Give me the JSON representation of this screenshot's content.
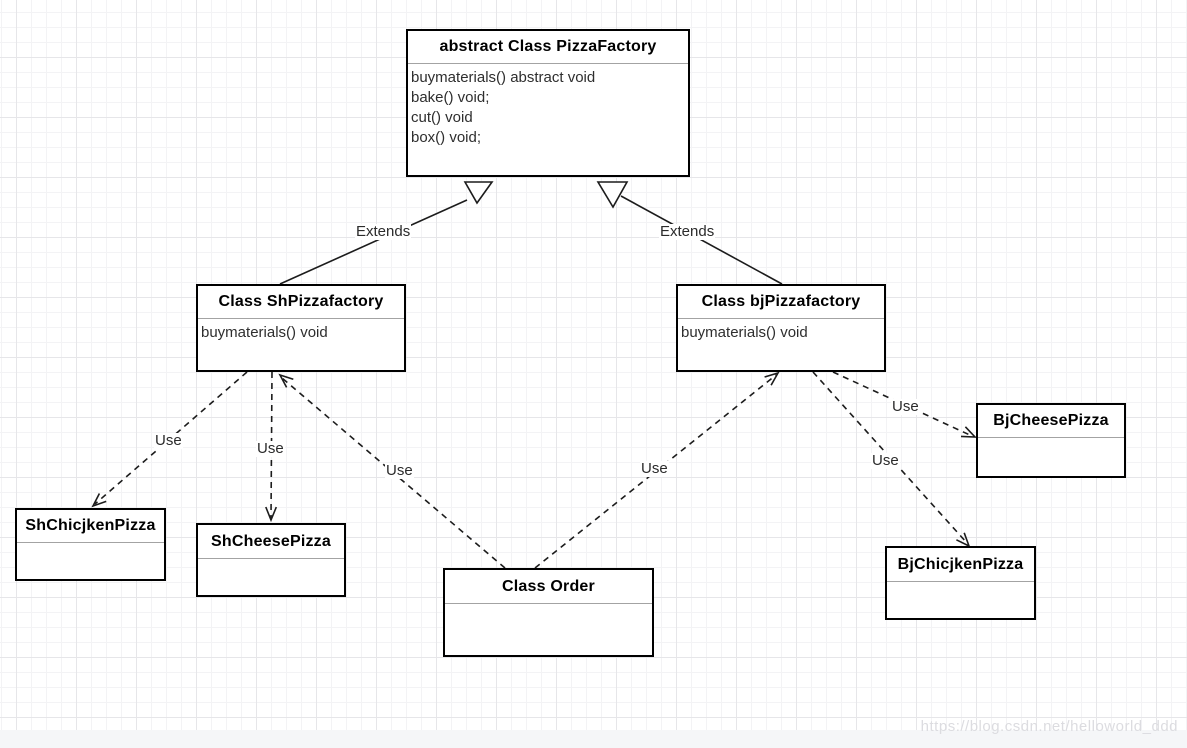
{
  "classes": {
    "pizza_factory": {
      "name": "abstract Class PizzaFactory",
      "methods": [
        "buymaterials() abstract void",
        "bake() void;",
        "cut() void",
        "box() void;"
      ]
    },
    "sh_pizzafactory": {
      "name": "Class ShPizzafactory",
      "methods": [
        "buymaterials() void"
      ]
    },
    "bj_pizzafactory": {
      "name": "Class bjPizzafactory",
      "methods": [
        "buymaterials() void"
      ]
    },
    "sh_chicjken_pizza": {
      "name": "ShChicjkenPizza",
      "methods": []
    },
    "sh_cheese_pizza": {
      "name": "ShCheesePizza",
      "methods": []
    },
    "order": {
      "name": "Class Order",
      "methods": []
    },
    "bj_cheese_pizza": {
      "name": "BjCheesePizza",
      "methods": []
    },
    "bj_chicjken_pizza": {
      "name": "BjChicjkenPizza",
      "methods": []
    }
  },
  "labels": {
    "extends": "Extends",
    "use": "Use"
  },
  "relationships": [
    {
      "from": "Class ShPizzafactory",
      "to": "abstract Class PizzaFactory",
      "type": "generalization",
      "label": "Extends"
    },
    {
      "from": "Class bjPizzafactory",
      "to": "abstract Class PizzaFactory",
      "type": "generalization",
      "label": "Extends"
    },
    {
      "from": "Class ShPizzafactory",
      "to": "ShChicjkenPizza",
      "type": "dependency",
      "label": "Use"
    },
    {
      "from": "Class ShPizzafactory",
      "to": "ShCheesePizza",
      "type": "dependency",
      "label": "Use"
    },
    {
      "from": "Class Order",
      "to": "Class ShPizzafactory",
      "type": "dependency",
      "label": "Use"
    },
    {
      "from": "Class Order",
      "to": "Class bjPizzafactory",
      "type": "dependency",
      "label": "Use"
    },
    {
      "from": "Class bjPizzafactory",
      "to": "BjCheesePizza",
      "type": "dependency",
      "label": "Use"
    },
    {
      "from": "Class bjPizzafactory",
      "to": "BjChicjkenPizza",
      "type": "dependency",
      "label": "Use"
    }
  ],
  "watermark": "https://blog.csdn.net/helloworld_ddd",
  "colors": {
    "box_border": "#000000",
    "separator": "#a3a3a3",
    "body_text": "#2e2e2e",
    "line": "#1c1c1c",
    "grid_minor": "#f3f3f5",
    "grid_major": "#e6e6e9",
    "bottom_band": "#f5f6f8",
    "watermark_text": "#dcdce0"
  }
}
